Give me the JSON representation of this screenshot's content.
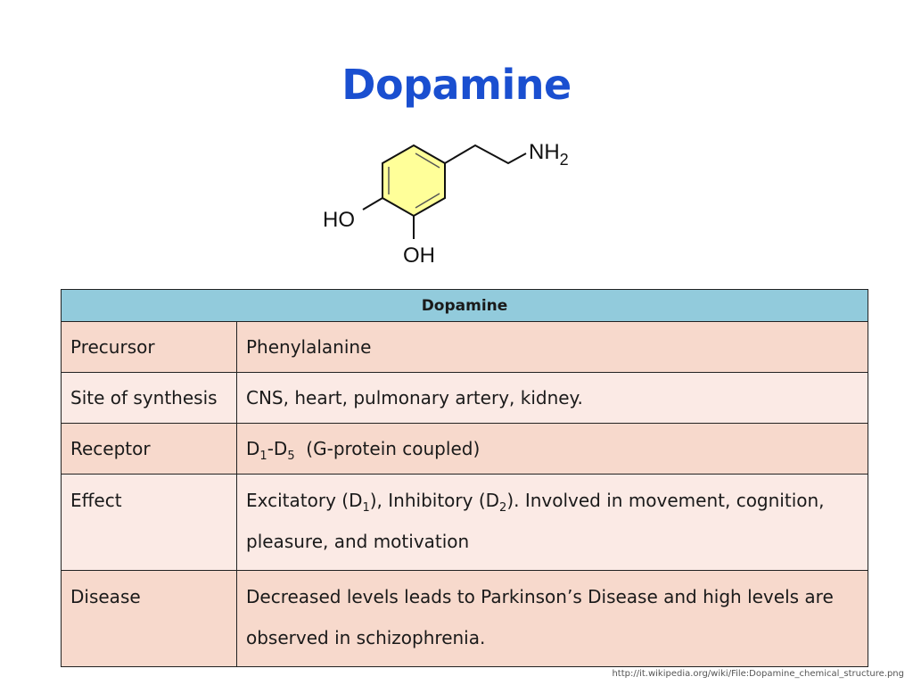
{
  "slide": {
    "title": "Dopamine",
    "structure_labels": {
      "amine": "NH",
      "amine_sub": "2",
      "hydroxyl_left": "HO",
      "hydroxyl_bottom": "OH"
    },
    "table": {
      "header": "Dopamine",
      "rows": [
        {
          "label": "Precursor",
          "value": "Phenylalanine"
        },
        {
          "label": "Site of synthesis",
          "value": "CNS, heart, pulmonary artery, kidney."
        },
        {
          "label": "Receptor",
          "value_parts": [
            "D",
            "1",
            "-D",
            "5",
            "  (G-protein coupled)"
          ]
        },
        {
          "label": "Effect",
          "value_parts": [
            "Excitatory (D",
            "1",
            "), Inhibitory (D",
            "2",
            "). Involved in movement, cognition, pleasure, and motivation"
          ]
        },
        {
          "label": "Disease",
          "value": "Decreased levels leads to Parkinson’s Disease and high levels are observed in schizophrenia."
        }
      ]
    },
    "source": "http://it.wikipedia.org/wiki/File:Dopamine_chemical_structure.png",
    "colors": {
      "title": "#1a4fd0",
      "header": "#92cbdc",
      "row_dark": "#f7d9cc",
      "row_light": "#fbeae5",
      "ring": "#ffff99"
    }
  }
}
